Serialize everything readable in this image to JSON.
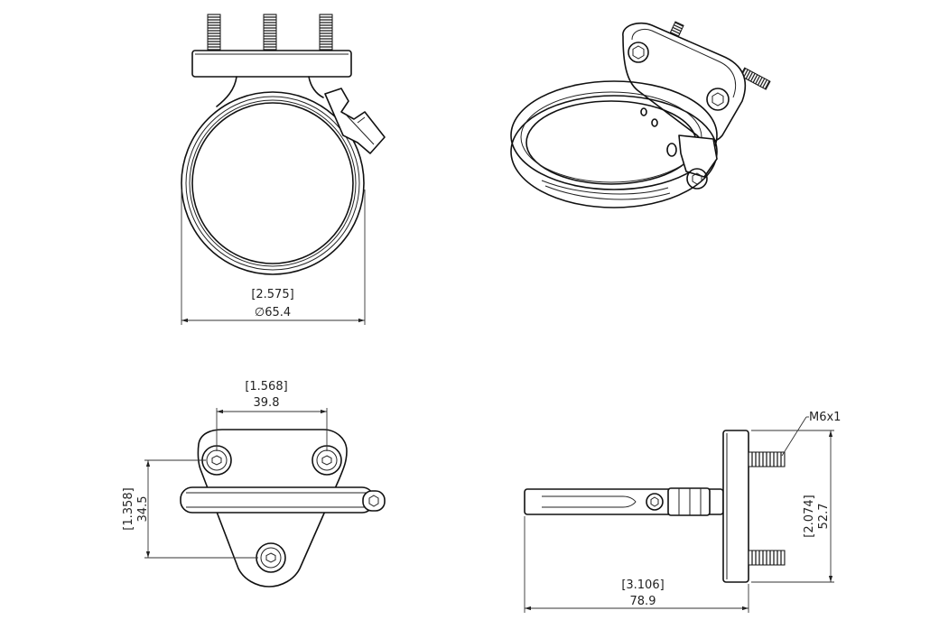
{
  "views": {
    "top": {
      "dim_diameter_in": "[2.575]",
      "dim_diameter_mm": "65.4"
    },
    "front": {
      "dim_hole_spacing_in": "[1.568]",
      "dim_hole_spacing_mm": "39.8",
      "dim_height_in": "[1.358]",
      "dim_height_mm": "34.5"
    },
    "side": {
      "dim_length_in": "[3.106]",
      "dim_length_mm": "78.9",
      "dim_plate_in": "[2.074]",
      "dim_plate_mm": "52.7",
      "thread_callout": "M6x1"
    }
  },
  "symbols": {
    "diameter": "∅"
  }
}
